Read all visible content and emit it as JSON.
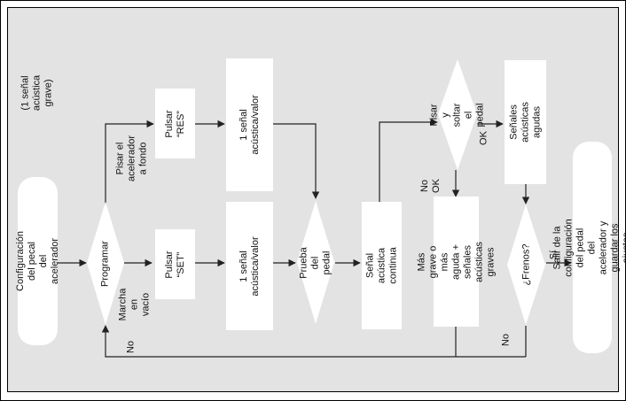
{
  "diagram": {
    "start": "Configuración del pecal\ndel acelerador",
    "programar": "Programar",
    "pisar_acelerador": "Pisar el\nacelerador a fondo",
    "marcha_vacio": "Marcha\nen vacío",
    "pulsar_res": "Pulsar\n“RES”",
    "pulsar_set": "Pulsar\n“SET”",
    "senal_valor_top": "1 señal acústica/valor",
    "senal_valor_bottom": "1 señal acústica/valor",
    "nota_grave": "(1 señal\nacústica grave)",
    "prueba_pedal": "Prueba del pedal",
    "senal_continua": "Señal acústica continua",
    "pisar_soltar": "Pisar y\nsoltar el pedal",
    "ok_label": "OK",
    "no_ok_label": "No\nOK",
    "senales_agudas": "Señales acústicas\nagudas",
    "mas_grave": "Más grave o más aguda +\nseñales acústicas graves",
    "frenos": "¿Frenos?",
    "si_label": "Sí",
    "no_label_right": "No",
    "no_label_bottom": "No",
    "salir": "Salir de la configuración del pedal\ndel acelerador y guardar los ajustes"
  },
  "colors": {
    "background": "#e3e3e3",
    "node_fill": "#ffffff",
    "line": "#222222"
  }
}
